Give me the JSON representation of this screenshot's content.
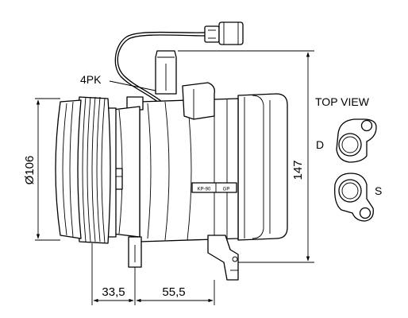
{
  "labels": {
    "belt": "4PK",
    "top_view": "TOP VIEW",
    "port_d": "D",
    "port_s": "S",
    "diameter": "Ø106",
    "height": "147",
    "pulley_offset": "33,5",
    "mount_offset": "55,5",
    "plate_left": "KP-90",
    "plate_right": "GP"
  }
}
